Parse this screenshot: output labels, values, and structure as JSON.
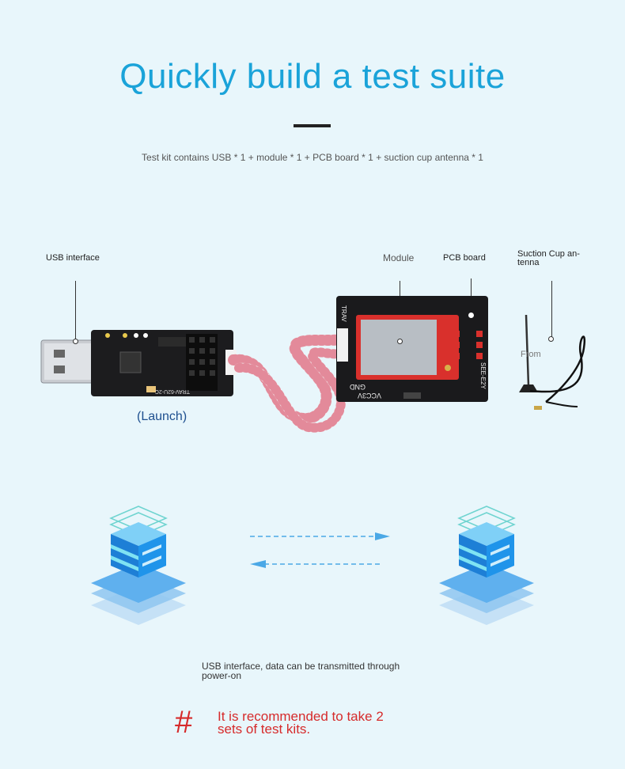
{
  "header": {
    "title": "Quickly build a test suite",
    "subtitle": "Test kit contains USB * 1 + module * 1 + PCB board * 1 + suction cup antenna * 1"
  },
  "hardware": {
    "usb_label": "USB interface",
    "module_label": "Module",
    "pcb_label": "PCB board",
    "antenna_label_line1": "Suction Cup an-",
    "antenna_label_line2": "tenna",
    "antenna_from": "From",
    "launch_label": "(Launch)",
    "usb_board_print": "TRAV-62U-2C",
    "pcb_print_left": "VCC3V",
    "pcb_print_gnd": "GND",
    "pcb_print_side": "TRAV",
    "pcb_print_right": "SEE-E2Y"
  },
  "transfer": {
    "info_line1": "USB interface, data can be transmitted through",
    "info_line2": "power-on"
  },
  "note": {
    "symbol": "#",
    "line1": "It is recommended to take 2",
    "line2": "sets of test kits."
  },
  "colors": {
    "background": "#e8f6fb",
    "title": "#1aa3d9",
    "accent_red": "#d62b2b",
    "server_blue": "#1f8fe0",
    "arrow": "#4aa8e6"
  },
  "icons": [
    "server-stack-icon",
    "arrow-right-icon",
    "arrow-left-icon"
  ]
}
